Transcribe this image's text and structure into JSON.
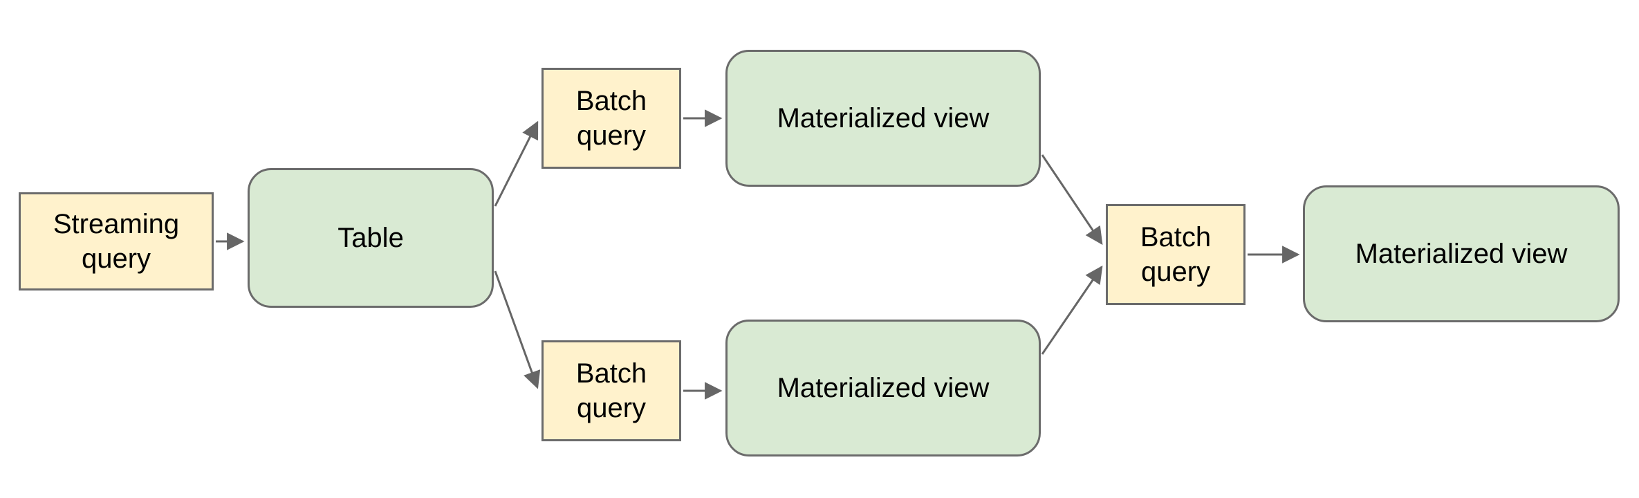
{
  "diagram": {
    "kind": "flowchart",
    "description": "Streaming pipeline with a table feeding batch queries and materialized views",
    "colors": {
      "query_fill": "#fff2cc",
      "table_view_fill": "#d9ead3",
      "border": "#6b6b6b",
      "arrow": "#666666",
      "text": "#000000",
      "background": "#ffffff"
    }
  },
  "nodes": [
    {
      "id": "streaming-query",
      "label": "Streaming query",
      "kind": "query"
    },
    {
      "id": "table",
      "label": "Table",
      "kind": "table"
    },
    {
      "id": "batch-query-top",
      "label": "Batch query",
      "kind": "query"
    },
    {
      "id": "materialized-view-top",
      "label": "Materialized view",
      "kind": "view"
    },
    {
      "id": "batch-query-bottom",
      "label": "Batch query",
      "kind": "query"
    },
    {
      "id": "materialized-view-bottom",
      "label": "Materialized view",
      "kind": "view"
    },
    {
      "id": "batch-query-final",
      "label": "Batch query",
      "kind": "query"
    },
    {
      "id": "materialized-view-final",
      "label": "Materialized view",
      "kind": "view"
    }
  ],
  "edges": [
    {
      "from": "streaming-query",
      "to": "table"
    },
    {
      "from": "table",
      "to": "batch-query-top"
    },
    {
      "from": "table",
      "to": "batch-query-bottom"
    },
    {
      "from": "batch-query-top",
      "to": "materialized-view-top"
    },
    {
      "from": "batch-query-bottom",
      "to": "materialized-view-bottom"
    },
    {
      "from": "materialized-view-top",
      "to": "batch-query-final"
    },
    {
      "from": "materialized-view-bottom",
      "to": "batch-query-final"
    },
    {
      "from": "batch-query-final",
      "to": "materialized-view-final"
    }
  ]
}
